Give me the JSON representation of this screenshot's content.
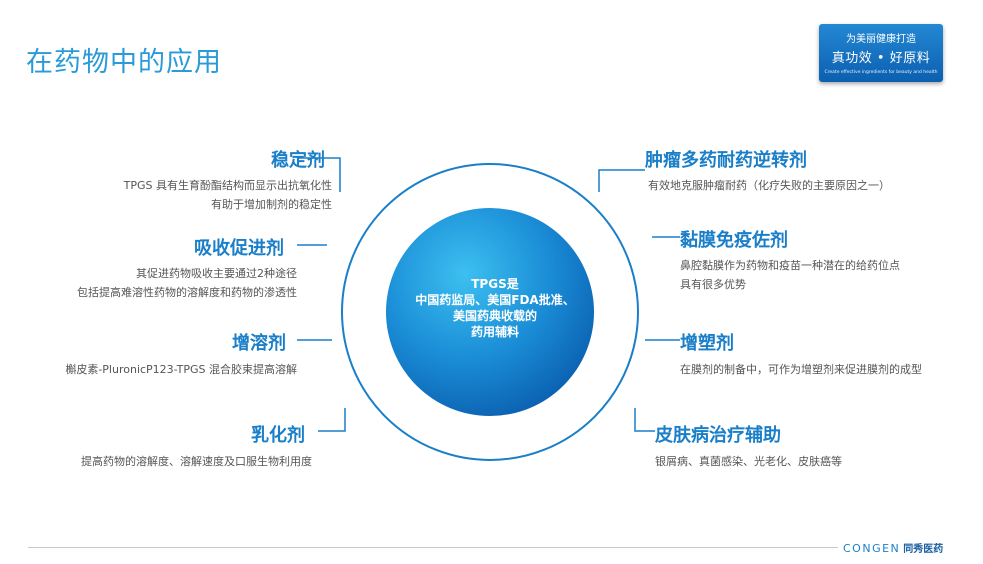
{
  "header": {
    "title": "在药物中的应用"
  },
  "brand_card": {
    "line1": "为美丽健康打造",
    "line2": "真功效 • 好原料",
    "line3": "Create effective ingredients for beauty and health"
  },
  "center": {
    "lines": [
      "TPGS是",
      "中国药监局、美国FDA批准、",
      "美国药典收载的",
      "药用辅料"
    ]
  },
  "left_items": [
    {
      "title": "稳定剂",
      "desc": [
        "TPGS 具有生育酚酯结构而显示出抗氧化性",
        "有助于增加制剂的稳定性"
      ]
    },
    {
      "title": "吸收促进剂",
      "desc": [
        "其促进药物吸收主要通过2种途径",
        "包括提高难溶性药物的溶解度和药物的渗透性"
      ]
    },
    {
      "title": "增溶剂",
      "desc": [
        "槲皮素-PluronicP123-TPGS 混合胶束提高溶解"
      ]
    },
    {
      "title": "乳化剂",
      "desc": [
        "提高药物的溶解度、溶解速度及口服生物利用度"
      ]
    }
  ],
  "right_items": [
    {
      "title": "肿瘤多药耐药逆转剂",
      "desc": [
        "有效地克服肿瘤耐药（化疗失败的主要原因之一）"
      ]
    },
    {
      "title": "黏膜免疫佐剂",
      "desc": [
        "鼻腔黏膜作为药物和疫苗一种潜在的给药位点",
        "具有很多优势"
      ]
    },
    {
      "title": "增塑剂",
      "desc": [
        "在膜剂的制备中，可作为增塑剂来促进膜剂的成型"
      ]
    },
    {
      "title": "皮肤病治疗辅助",
      "desc": [
        "银屑病、真菌感染、光老化、皮肤癌等"
      ]
    }
  ],
  "footer": {
    "logo_en": "CONGEN",
    "logo_cn": "同秀医药"
  },
  "colors": {
    "accent": "#1a7fc8",
    "title": "#2a9bd8",
    "circle_dark": "#0a66b8",
    "circle_light": "#34b6ec"
  }
}
